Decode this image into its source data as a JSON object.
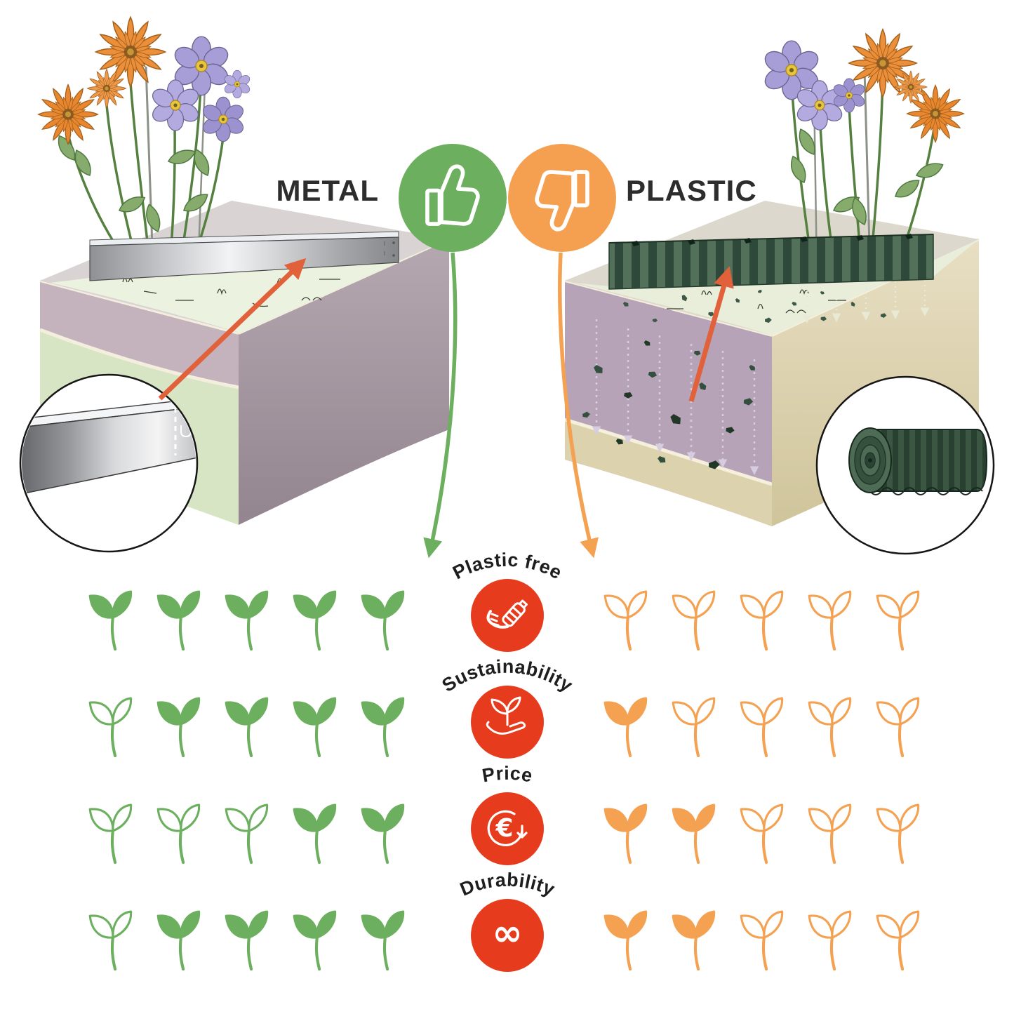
{
  "comparison": {
    "left": {
      "title": "METAL",
      "verdict": "thumbs-up"
    },
    "right": {
      "title": "PLASTIC",
      "verdict": "thumbs-down"
    }
  },
  "ratings": {
    "max_per_category": 5,
    "rows": [
      {
        "label": "Plastic free",
        "icon": "no-plastic-icon",
        "metal": [
          1,
          1,
          1,
          1,
          1
        ],
        "plastic": [
          0,
          0,
          0,
          0,
          0
        ]
      },
      {
        "label": "Sustainability",
        "icon": "sustainability-icon",
        "metal": [
          0,
          1,
          1,
          1,
          1
        ],
        "plastic": [
          1,
          0,
          0,
          0,
          0
        ]
      },
      {
        "label": "Price",
        "icon": "price-icon",
        "metal": [
          0,
          0,
          0,
          1,
          1
        ],
        "plastic": [
          1,
          1,
          0,
          0,
          0
        ]
      },
      {
        "label": "Durability",
        "icon": "durability-icon",
        "metal": [
          0,
          1,
          1,
          1,
          1
        ],
        "plastic": [
          1,
          1,
          0,
          0,
          0
        ]
      }
    ]
  },
  "chart_data": {
    "type": "table",
    "title": "",
    "categories": [
      "Plastic free",
      "Sustainability",
      "Price",
      "Durability"
    ],
    "series": [
      {
        "name": "METAL",
        "values": [
          5,
          4,
          2,
          4
        ]
      },
      {
        "name": "PLASTIC",
        "values": [
          0,
          1,
          2,
          2
        ]
      }
    ],
    "max_rating": 5,
    "unit": "leaf-icons"
  },
  "colors": {
    "metal_green": "#6caf5e",
    "plastic_orange": "#f4a152",
    "badge_red": "#e73b1d",
    "pointer_arrow_orange": "#e0613a",
    "label_text": "#2d2d2d"
  }
}
